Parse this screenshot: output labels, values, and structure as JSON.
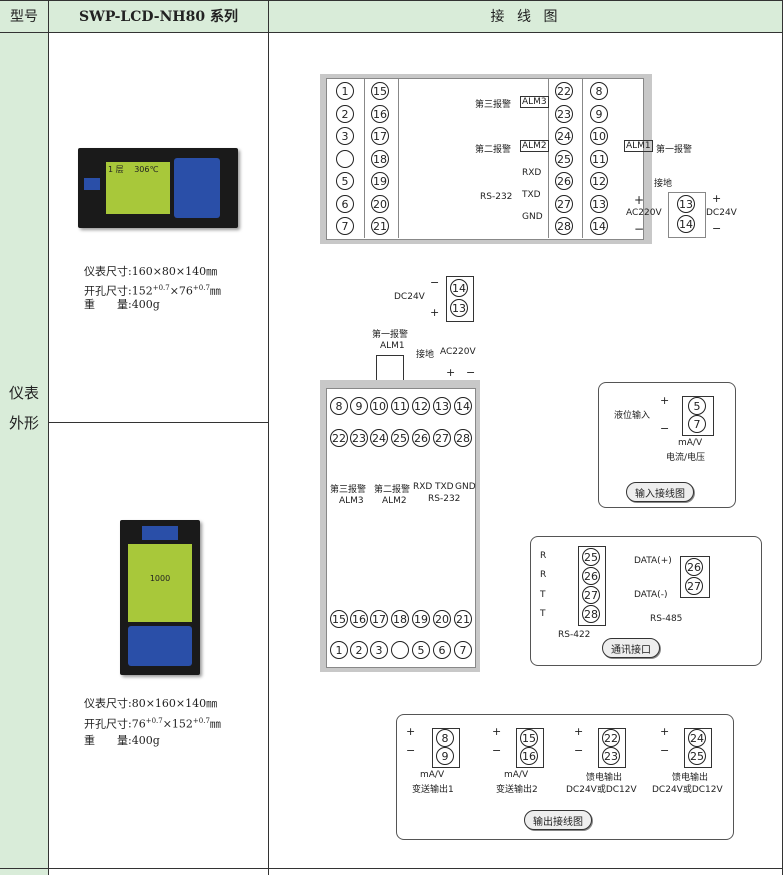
{
  "header": {
    "col_model": "型号",
    "col_title": "SWP-LCD-NH80 系列",
    "col_wiring": "接 线 图"
  },
  "side": {
    "line1": "仪表",
    "line2": "外形"
  },
  "device1": {
    "spec_size": "仪表尺寸:160×80×140㎜",
    "spec_hole": "开孔尺寸:152",
    "spec_weight": "重　　量:400g",
    "screen_text1": "1 层",
    "screen_text2": "306℃"
  },
  "device2": {
    "spec_size": "仪表尺寸:80×160×140㎜",
    "spec_hole": "开孔尺寸:76",
    "spec_weight": "重　　量:400g",
    "screen_text1": "1000"
  },
  "terminals": {
    "top_left_col1": [
      "1",
      "2",
      "3",
      "",
      "5",
      "6",
      "7"
    ],
    "top_left_col2": [
      "15",
      "16",
      "17",
      "18",
      "19",
      "20",
      "21"
    ],
    "top_mid": [
      "22",
      "23",
      "24",
      "25",
      "26",
      "27",
      "28"
    ],
    "top_right": [
      "8",
      "9",
      "10",
      "11",
      "12",
      "13",
      "14"
    ],
    "bottom_row1": [
      "8",
      "9",
      "10",
      "11",
      "12",
      "13",
      "14"
    ],
    "bottom_row2": [
      "22",
      "23",
      "24",
      "25",
      "26",
      "27",
      "28"
    ],
    "bottom_row3": [
      "15",
      "16",
      "17",
      "18",
      "19",
      "20",
      "21"
    ],
    "bottom_row4": [
      "1",
      "2",
      "3",
      "",
      "5",
      "6",
      "7"
    ]
  },
  "labels": {
    "alarm3": "第三报警",
    "alarm2": "第二报警",
    "alarm1": "第一报警",
    "alm3": "ALM3",
    "alm2": "ALM2",
    "alm1": "ALM1",
    "rxd": "RXD",
    "txd": "TXD",
    "gnd": "GND",
    "rs232": "RS-232",
    "ground": "接地",
    "ac220": "AC220V",
    "dc24": "DC24V",
    "plus": "+",
    "minus": "−",
    "t13": "13",
    "t14": "14"
  },
  "input_box": {
    "level_input": "液位输入",
    "t5": "5",
    "t7": "7",
    "unit": "mA/V",
    "desc": "电流/电压",
    "title": "输入接线图"
  },
  "comm_box": {
    "r": "R",
    "t": "T",
    "nums": [
      "25",
      "26",
      "27",
      "28"
    ],
    "rs422": "RS-422",
    "data_plus": "DATA(+)",
    "data_minus": "DATA(-)",
    "n26": "26",
    "n27": "27",
    "rs485": "RS-485",
    "title": "通讯接口"
  },
  "output_box": {
    "groups": [
      {
        "a": "8",
        "b": "9",
        "l1": "mA/V",
        "l2": "变送输出1"
      },
      {
        "a": "15",
        "b": "16",
        "l1": "mA/V",
        "l2": "变送输出2"
      },
      {
        "a": "22",
        "b": "23",
        "l1": "馈电输出",
        "l2": "DC24V或DC12V"
      },
      {
        "a": "24",
        "b": "25",
        "l1": "馈电输出",
        "l2": "DC24V或DC12V"
      }
    ],
    "title": "输出接线图"
  }
}
